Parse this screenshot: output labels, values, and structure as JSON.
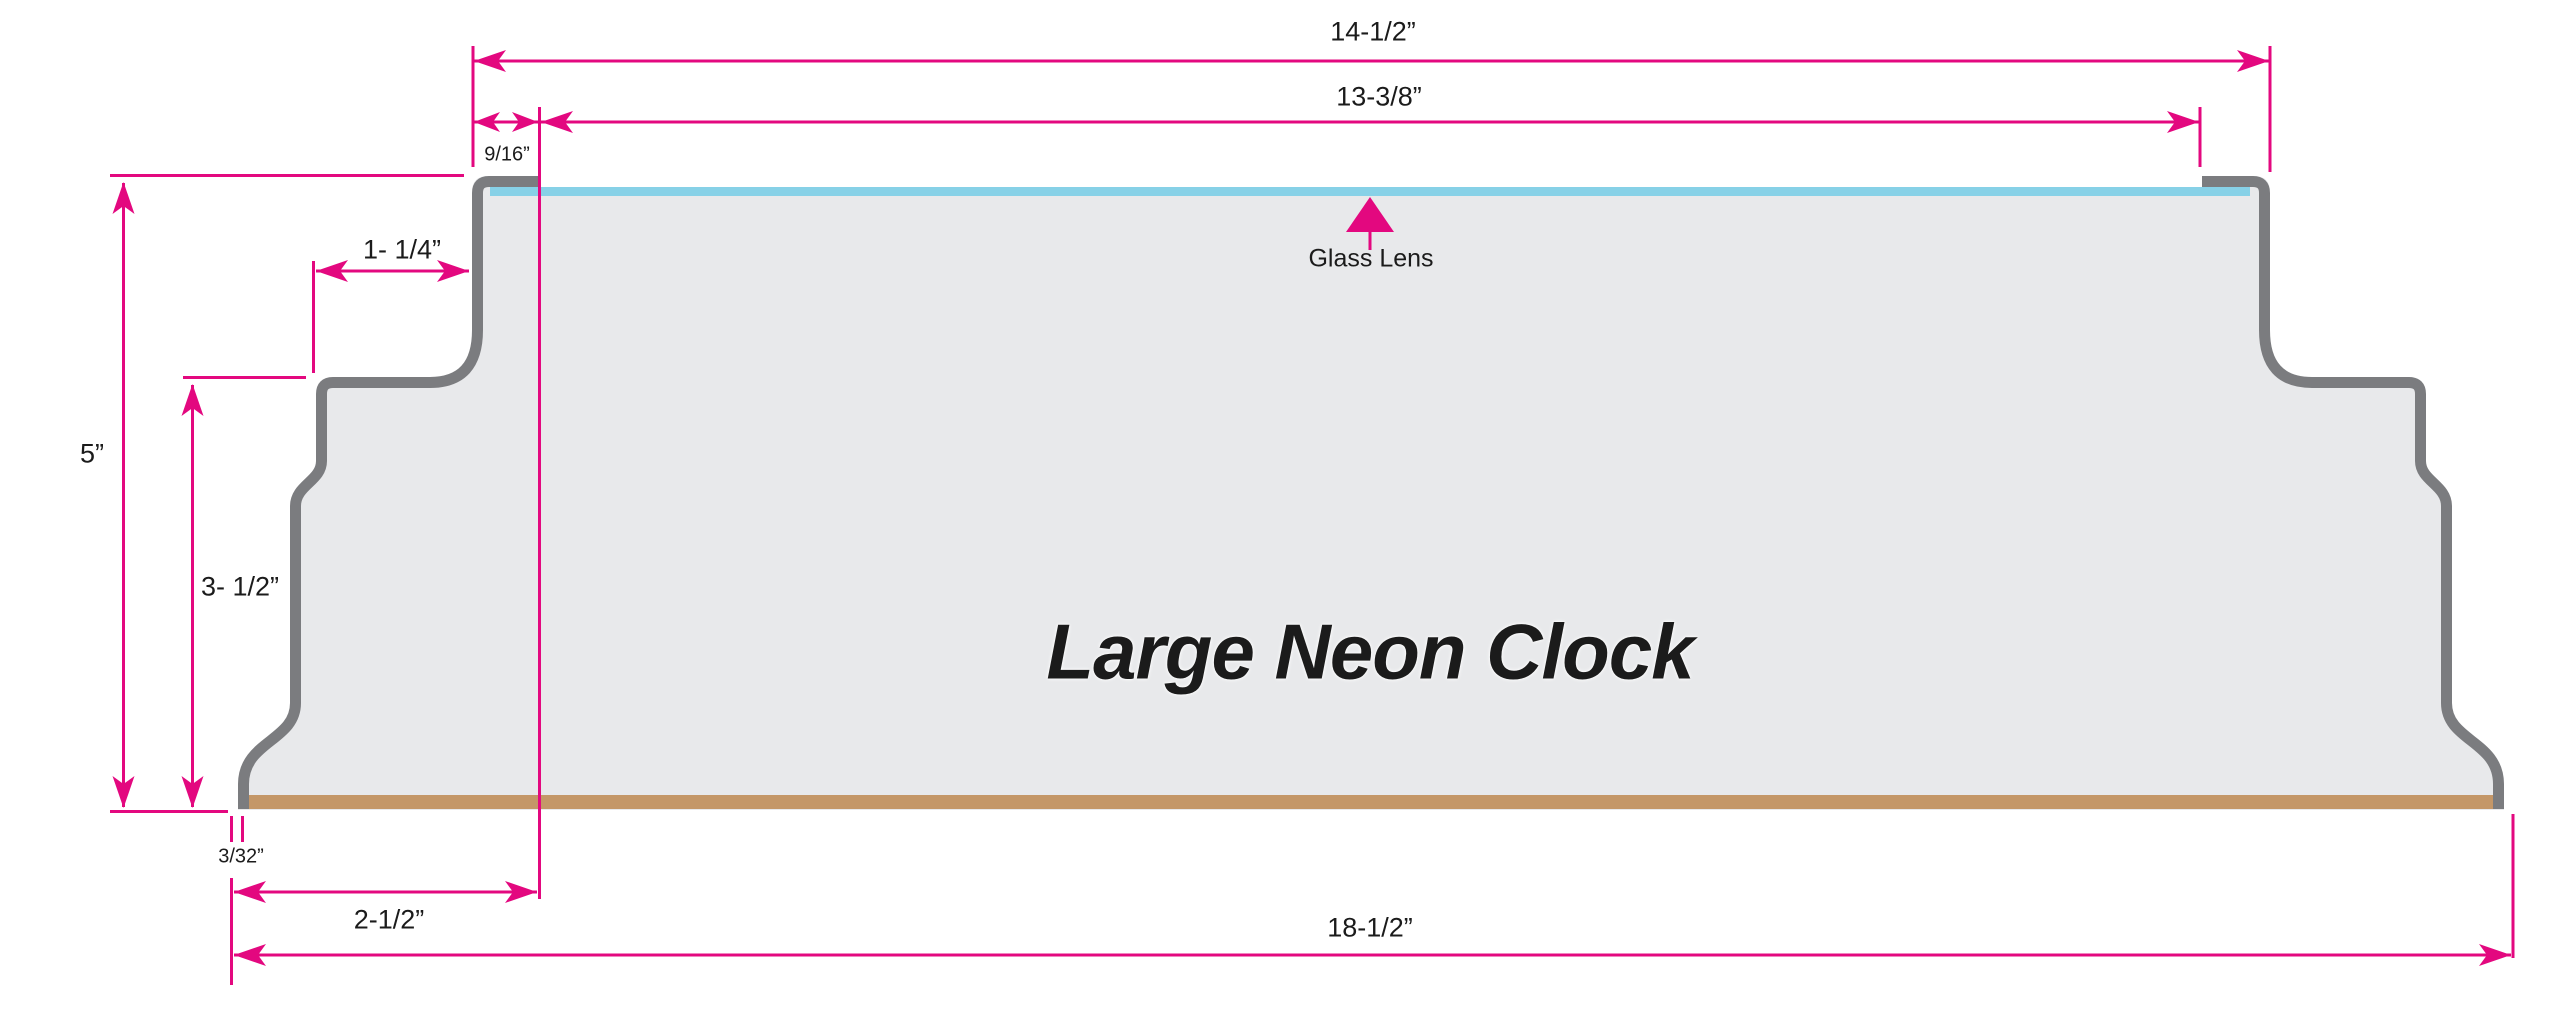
{
  "diagram": {
    "product_label": "Large Neon Clock",
    "callouts": {
      "glass_lens": "Glass Lens"
    },
    "dimensions": {
      "top_width": "14-1/2”",
      "lens_width": "13-3/8”",
      "lip_width": "9/16”",
      "step_width": "1- 1/4”",
      "overall_height": "5”",
      "body_height": "3- 1/2”",
      "glass_thickness": "3/32”",
      "side_inset": "2-1/2”",
      "overall_width": "18-1/2”"
    }
  },
  "colors": {
    "dimension": "#e3087f",
    "shell": "#7b7c7f",
    "body_fill": "#e8e9eb",
    "lens": "#87d1e7",
    "back_panel": "#c49768",
    "label_text": "#1b1b1b",
    "background": "#ffffff"
  }
}
